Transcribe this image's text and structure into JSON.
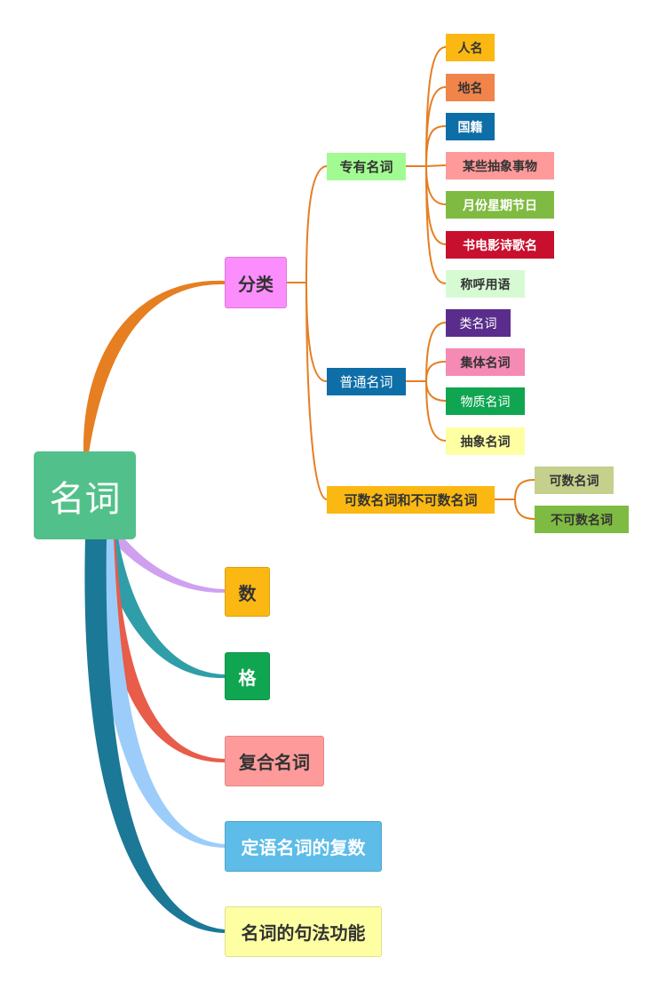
{
  "root": {
    "label": "名词",
    "color": "#52c08a"
  },
  "colors": {
    "branch_orange": "#e67e22",
    "branch_purple": "#d0a0f0",
    "branch_teal": "#2f9ea8",
    "branch_red": "#e85c4a",
    "branch_lightblue": "#9ccdfa",
    "branch_darkteal": "#1b7896",
    "connector": "#e67e22"
  },
  "level1": [
    {
      "label": "分类",
      "color": "#fc8dfc"
    },
    {
      "label": "数",
      "color": "#fbb812"
    },
    {
      "label": "格",
      "color": "#10a651"
    },
    {
      "label": "复合名词",
      "color": "#fe9a9a"
    },
    {
      "label": "定语名词的复数",
      "color": "#5dbce8"
    },
    {
      "label": "名词的句法功能",
      "color": "#feffa2"
    }
  ],
  "categories": [
    {
      "label": "专有名词",
      "children": [
        "人名",
        "地名",
        "国籍",
        "某些抽象事物",
        "月份星期节日",
        "书电影诗歌名",
        "称呼用语"
      ]
    },
    {
      "label": "普通名词",
      "children": [
        "类名词",
        "集体名词",
        "物质名词",
        "抽象名词"
      ]
    },
    {
      "label": "可数名词和不可数名词",
      "children": [
        "可数名词",
        "不可数名词"
      ]
    }
  ]
}
